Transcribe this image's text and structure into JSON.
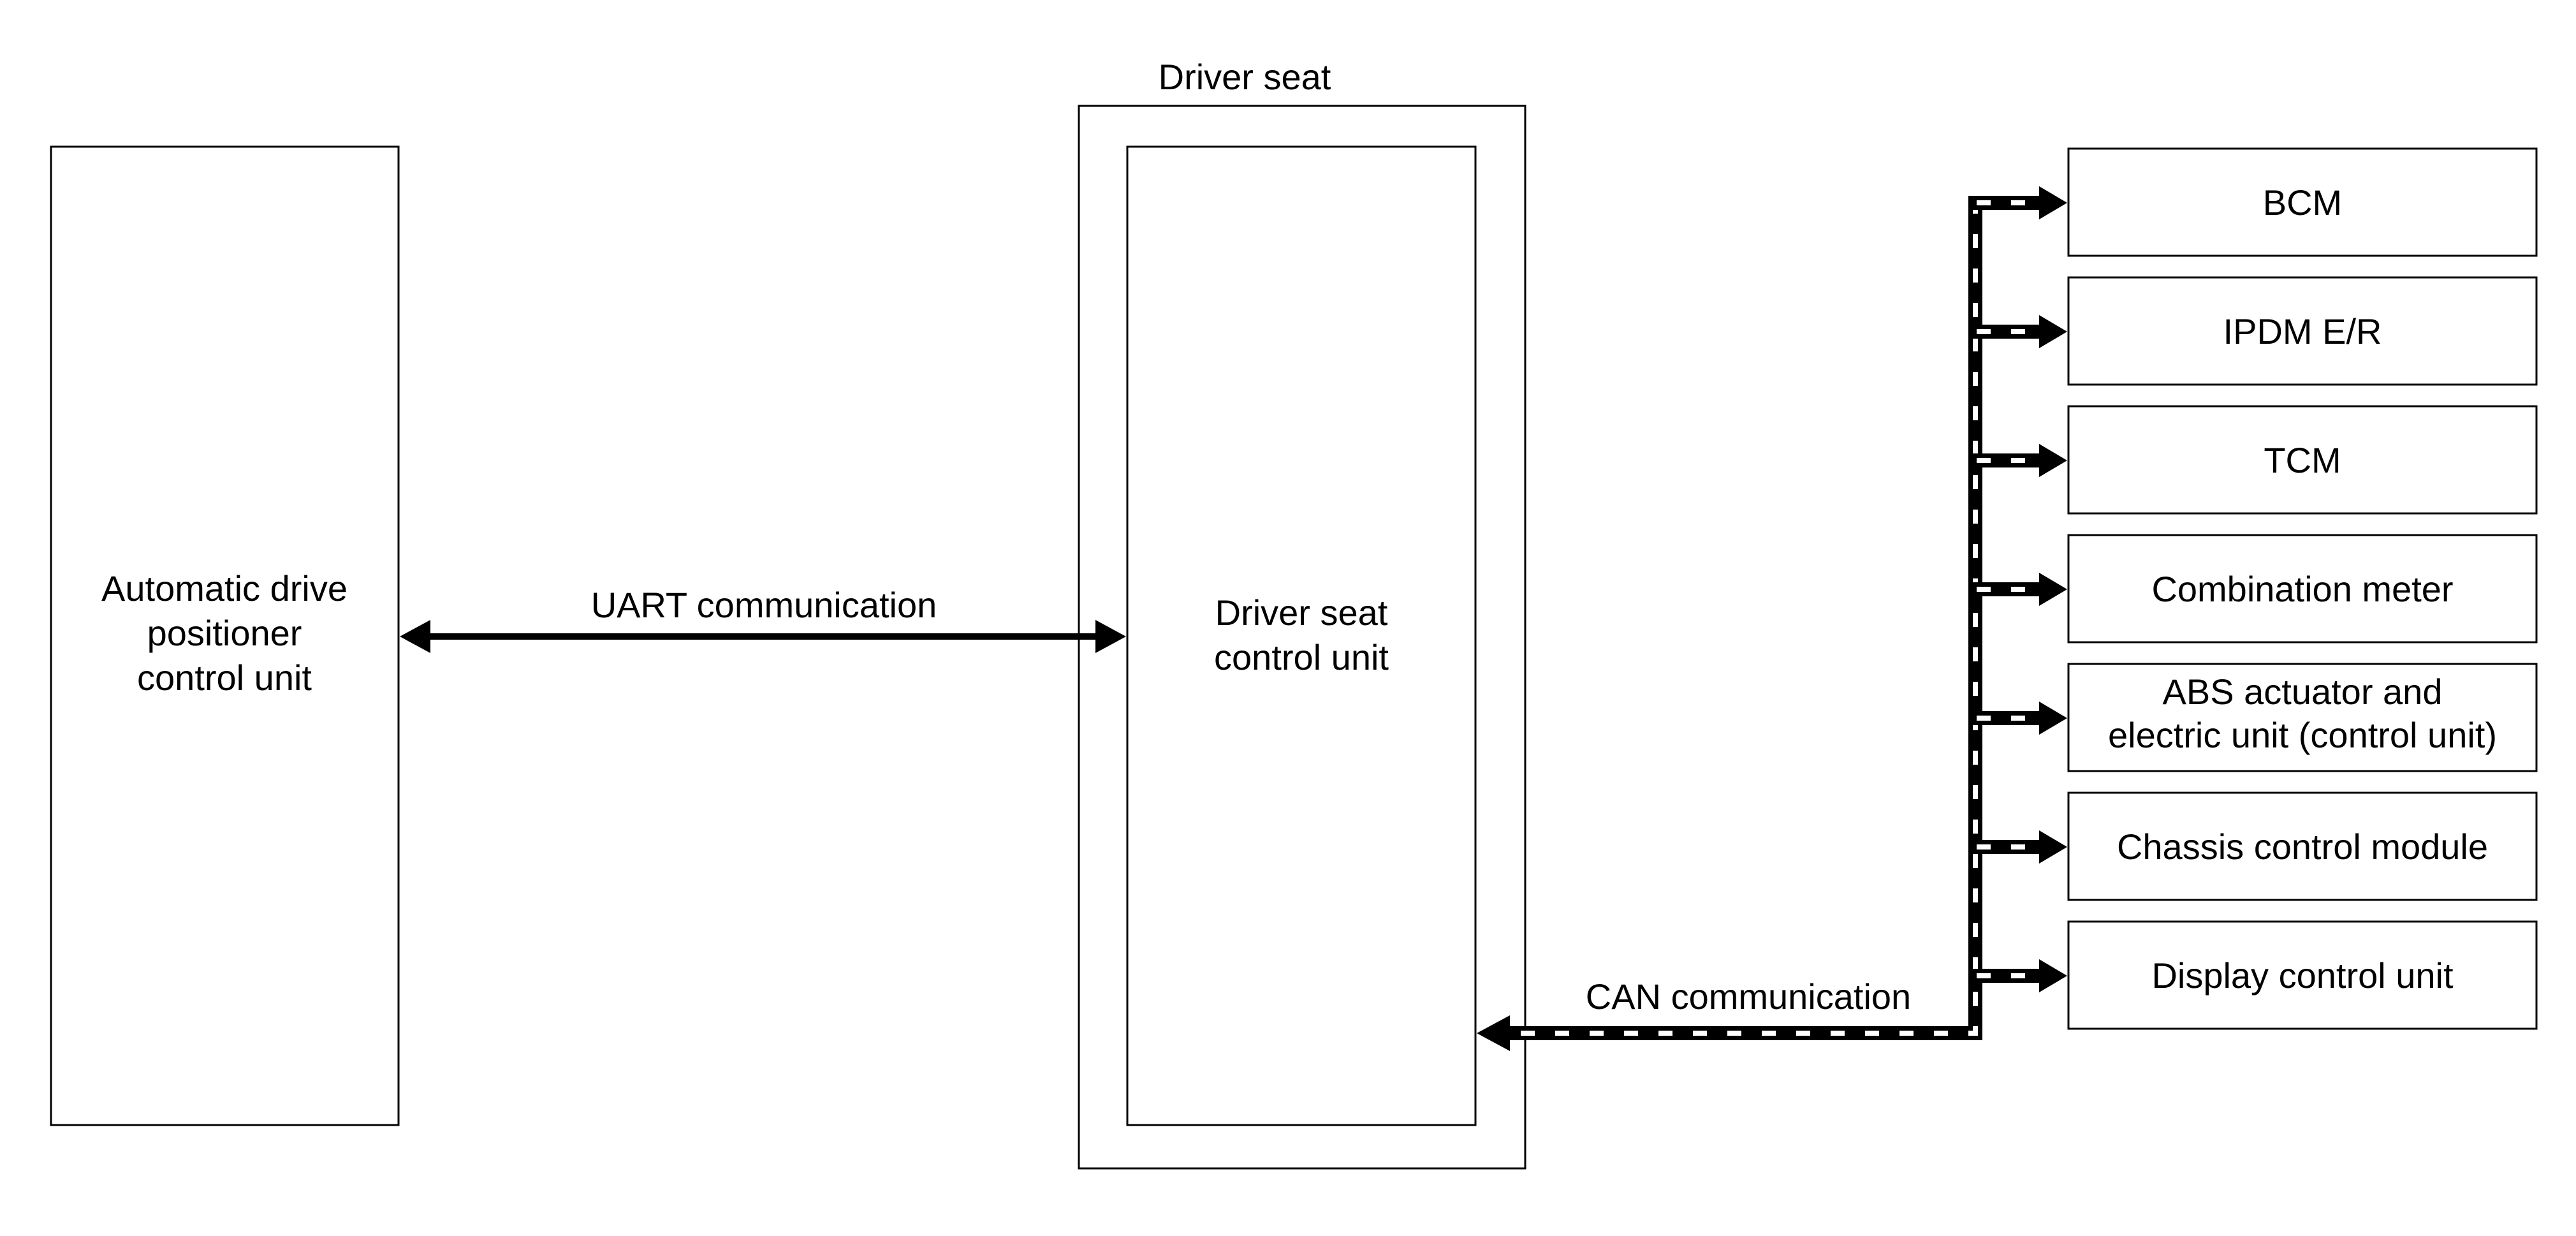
{
  "colors": {
    "line": "#000000",
    "background": "#ffffff",
    "bus_dash": "#ffffff"
  },
  "auto_positioner": {
    "lines": [
      "Automatic drive",
      "positioner",
      "control unit"
    ]
  },
  "driver_seat": {
    "outer_label": "Driver seat",
    "unit_lines": [
      "Driver seat",
      "control unit"
    ]
  },
  "links": {
    "uart_label": "UART communication",
    "can_label": "CAN communication"
  },
  "can_nodes": [
    {
      "lines": [
        "BCM"
      ]
    },
    {
      "lines": [
        "IPDM E/R"
      ]
    },
    {
      "lines": [
        "TCM"
      ]
    },
    {
      "lines": [
        "Combination meter"
      ]
    },
    {
      "lines": [
        "ABS actuator and",
        "electric unit (control unit)"
      ]
    },
    {
      "lines": [
        "Chassis control module"
      ]
    },
    {
      "lines": [
        "Display control unit"
      ]
    }
  ]
}
